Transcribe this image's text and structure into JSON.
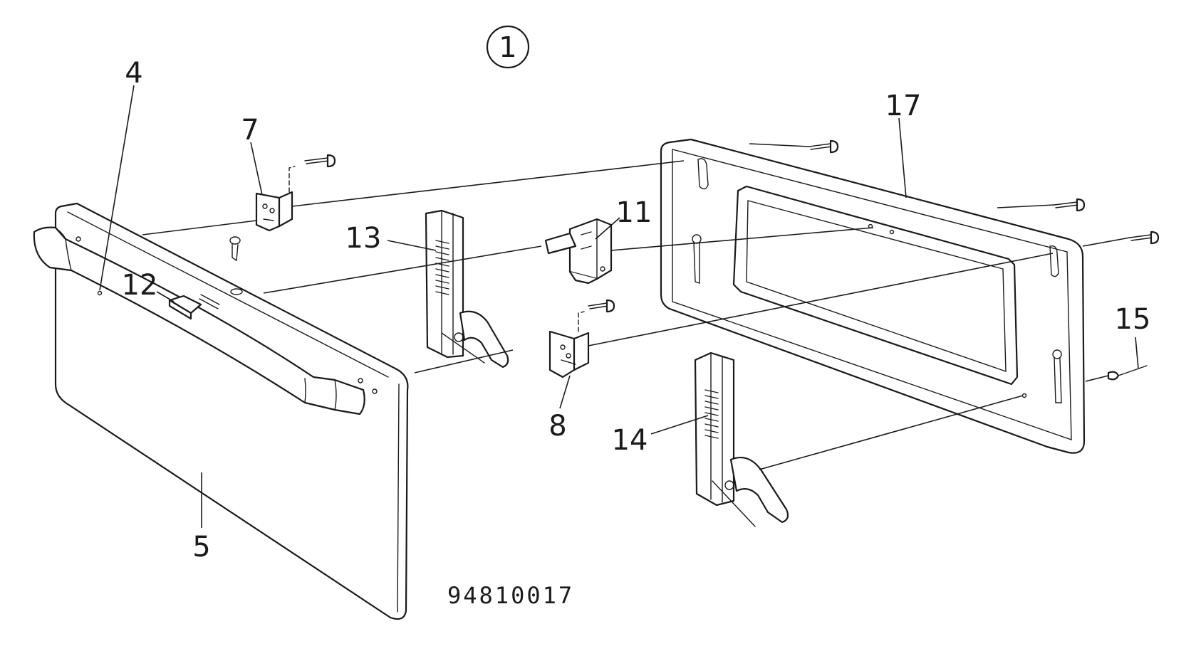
{
  "diagram": {
    "view_number": "1",
    "drawing_code": "94810017",
    "callouts": [
      {
        "id": "c4",
        "label": "4"
      },
      {
        "id": "c5",
        "label": "5"
      },
      {
        "id": "c7",
        "label": "7"
      },
      {
        "id": "c8",
        "label": "8"
      },
      {
        "id": "c11",
        "label": "11"
      },
      {
        "id": "c12",
        "label": "12"
      },
      {
        "id": "c13",
        "label": "13"
      },
      {
        "id": "c14",
        "label": "14"
      },
      {
        "id": "c15",
        "label": "15"
      },
      {
        "id": "c17",
        "label": "17"
      }
    ]
  }
}
